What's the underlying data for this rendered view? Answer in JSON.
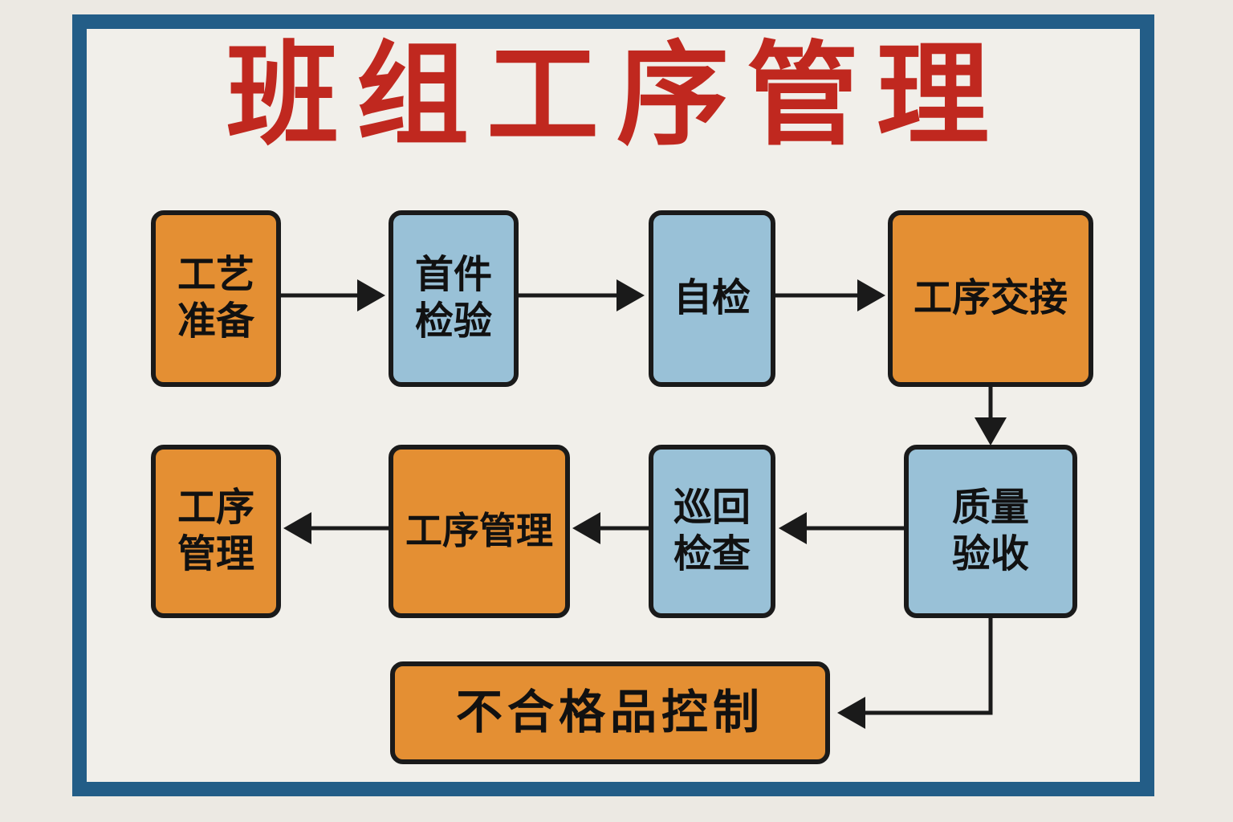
{
  "title": "班组工序管理",
  "colors": {
    "border": "#235d87",
    "title": "#c0281f",
    "orange": "#e48f33",
    "blue": "#99c1d7",
    "stroke": "#1a1a1a"
  },
  "nodes": {
    "process_prep": [
      "工艺",
      "准备"
    ],
    "first_article": [
      "首件",
      "检验"
    ],
    "self_check": "自检",
    "handover": "工序交接",
    "quality_accept": [
      "质量",
      "验收"
    ],
    "patrol_check": [
      "巡回",
      "检查"
    ],
    "process_mgmt_mid": "工序管理",
    "process_mgmt_end": [
      "工序",
      "管理"
    ],
    "nonconforming": "不合格品控制"
  }
}
